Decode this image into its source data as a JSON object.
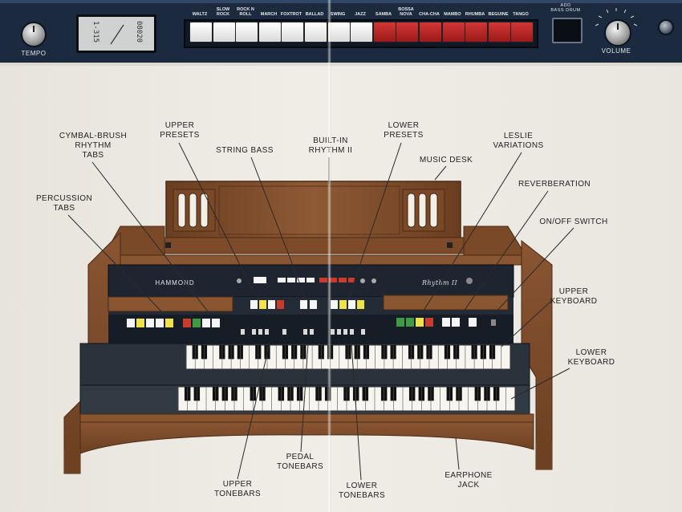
{
  "control_strip": {
    "tempo_label": "TEMPO",
    "volume_label": "VOLUME",
    "counter_text": [
      "08020",
      "1-315"
    ],
    "bass_drum_label": "ADD\nBASS DRUM",
    "rhythm_tabs": [
      {
        "label": "WALTZ",
        "color": "white"
      },
      {
        "label": "SLOW\nROCK",
        "color": "white"
      },
      {
        "label": "ROCK N\nROLL",
        "color": "white"
      },
      {
        "label": "MARCH",
        "color": "white"
      },
      {
        "label": "FOXTROT",
        "color": "white"
      },
      {
        "label": "BALLAD",
        "color": "white"
      },
      {
        "label": "SWING",
        "color": "white"
      },
      {
        "label": "JAZZ",
        "color": "white"
      },
      {
        "label": "SAMBA",
        "color": "red"
      },
      {
        "label": "BOSSA\nNOVA",
        "color": "red"
      },
      {
        "label": "CHA-CHA",
        "color": "red"
      },
      {
        "label": "MAMBO",
        "color": "red"
      },
      {
        "label": "RHUMBA",
        "color": "red"
      },
      {
        "label": "BEGUINE",
        "color": "red"
      },
      {
        "label": "TANGO",
        "color": "red"
      }
    ]
  },
  "organ": {
    "brand": "HAMMOND",
    "model_script": "Rhythm II"
  },
  "callouts": [
    {
      "id": "cymbal-brush-rhythm-tabs",
      "text": "CYMBAL-BRUSH\nRHYTHM\nTABS"
    },
    {
      "id": "upper-presets",
      "text": "UPPER\nPRESETS"
    },
    {
      "id": "string-bass",
      "text": "STRING BASS"
    },
    {
      "id": "built-in-rhythm-ii",
      "text": "BUILT-IN\nRHYTHM II"
    },
    {
      "id": "lower-presets",
      "text": "LOWER\nPRESETS"
    },
    {
      "id": "leslie-variations",
      "text": "LESLIE\nVARIATIONS"
    },
    {
      "id": "music-desk",
      "text": "MUSIC DESK"
    },
    {
      "id": "reverberation",
      "text": "REVERBERATION"
    },
    {
      "id": "percussion-tabs",
      "text": "PERCUSSION\nTABS"
    },
    {
      "id": "on-off-switch",
      "text": "ON/OFF SWITCH"
    },
    {
      "id": "upper-keyboard",
      "text": "UPPER\nKEYBOARD"
    },
    {
      "id": "lower-keyboard",
      "text": "LOWER\nKEYBOARD"
    },
    {
      "id": "pedal-tonebars",
      "text": "PEDAL\nTONEBARS"
    },
    {
      "id": "earphone-jack",
      "text": "EARPHONE\nJACK"
    },
    {
      "id": "upper-tonebars",
      "text": "UPPER\nTONEBARS"
    },
    {
      "id": "lower-tonebars",
      "text": "LOWER\nTONEBARS"
    }
  ]
}
